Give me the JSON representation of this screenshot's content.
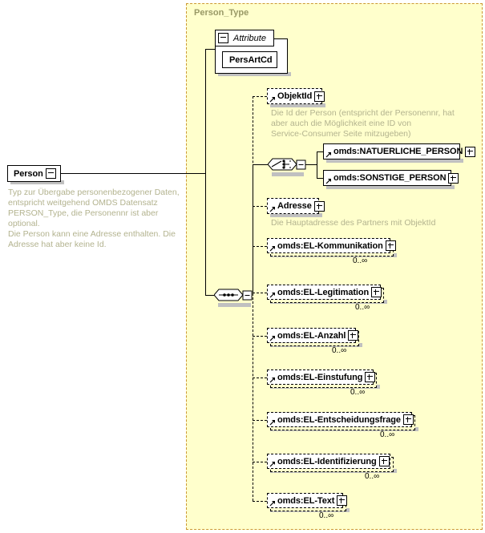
{
  "diagram": {
    "kind": "xsd-schema-diagram",
    "root_element": {
      "name": "Person",
      "toggle": "minus",
      "annotation": "Typ zur Übergabe personenbezogener Daten,\nentspricht weitgehend OMDS Datensatz\nPERSON_Type, die Personennr ist aber optional.\nDie Person kann eine Adresse enthalten. Die\nAdresse hat aber keine Id."
    },
    "type_container": {
      "label": "Person_Type",
      "fill": "#ffffcc",
      "border": "#cc9933"
    },
    "attribute_group": {
      "label": "Attribute",
      "toggle": "minus",
      "attributes": [
        {
          "name": "PersArtCd"
        }
      ]
    },
    "compositors": [
      {
        "id": "sequence",
        "kind": "sequence",
        "toggle": "minus"
      },
      {
        "id": "choice",
        "kind": "choice",
        "toggle": "minus"
      }
    ],
    "elements": [
      {
        "name": "ObjektId",
        "toggle": "plus",
        "optional": true,
        "repeated": false,
        "cardinality": "",
        "annotation": "Die Id der Person (entspricht der Personennr, hat\naber auch die Möglichkeit eine ID von\nService-Consumer Seite mitzugeben)"
      },
      {
        "name": "omds:NATUERLICHE_PERSON",
        "toggle": "plus",
        "optional": false,
        "repeated": false,
        "cardinality": "",
        "annotation": ""
      },
      {
        "name": "omds:SONSTIGE_PERSON",
        "toggle": "plus",
        "optional": false,
        "repeated": false,
        "cardinality": "",
        "annotation": ""
      },
      {
        "name": "Adresse",
        "toggle": "plus",
        "optional": true,
        "repeated": false,
        "cardinality": "",
        "annotation": "Die Hauptadresse des Partners mit ObjektId"
      },
      {
        "name": "omds:EL-Kommunikation",
        "toggle": "plus",
        "optional": true,
        "repeated": true,
        "cardinality": "0..∞",
        "annotation": ""
      },
      {
        "name": "omds:EL-Legitimation",
        "toggle": "plus",
        "optional": true,
        "repeated": true,
        "cardinality": "0..∞",
        "annotation": ""
      },
      {
        "name": "omds:EL-Anzahl",
        "toggle": "plus",
        "optional": true,
        "repeated": true,
        "cardinality": "0..∞",
        "annotation": ""
      },
      {
        "name": "omds:EL-Einstufung",
        "toggle": "plus",
        "optional": true,
        "repeated": true,
        "cardinality": "0..∞",
        "annotation": ""
      },
      {
        "name": "omds:EL-Entscheidungsfrage",
        "toggle": "plus",
        "optional": true,
        "repeated": true,
        "cardinality": "0..∞",
        "annotation": ""
      },
      {
        "name": "omds:EL-Identifizierung",
        "toggle": "plus",
        "optional": true,
        "repeated": true,
        "cardinality": "0..∞",
        "annotation": ""
      },
      {
        "name": "omds:EL-Text",
        "toggle": "plus",
        "optional": true,
        "repeated": true,
        "cardinality": "0..∞",
        "annotation": ""
      }
    ]
  }
}
